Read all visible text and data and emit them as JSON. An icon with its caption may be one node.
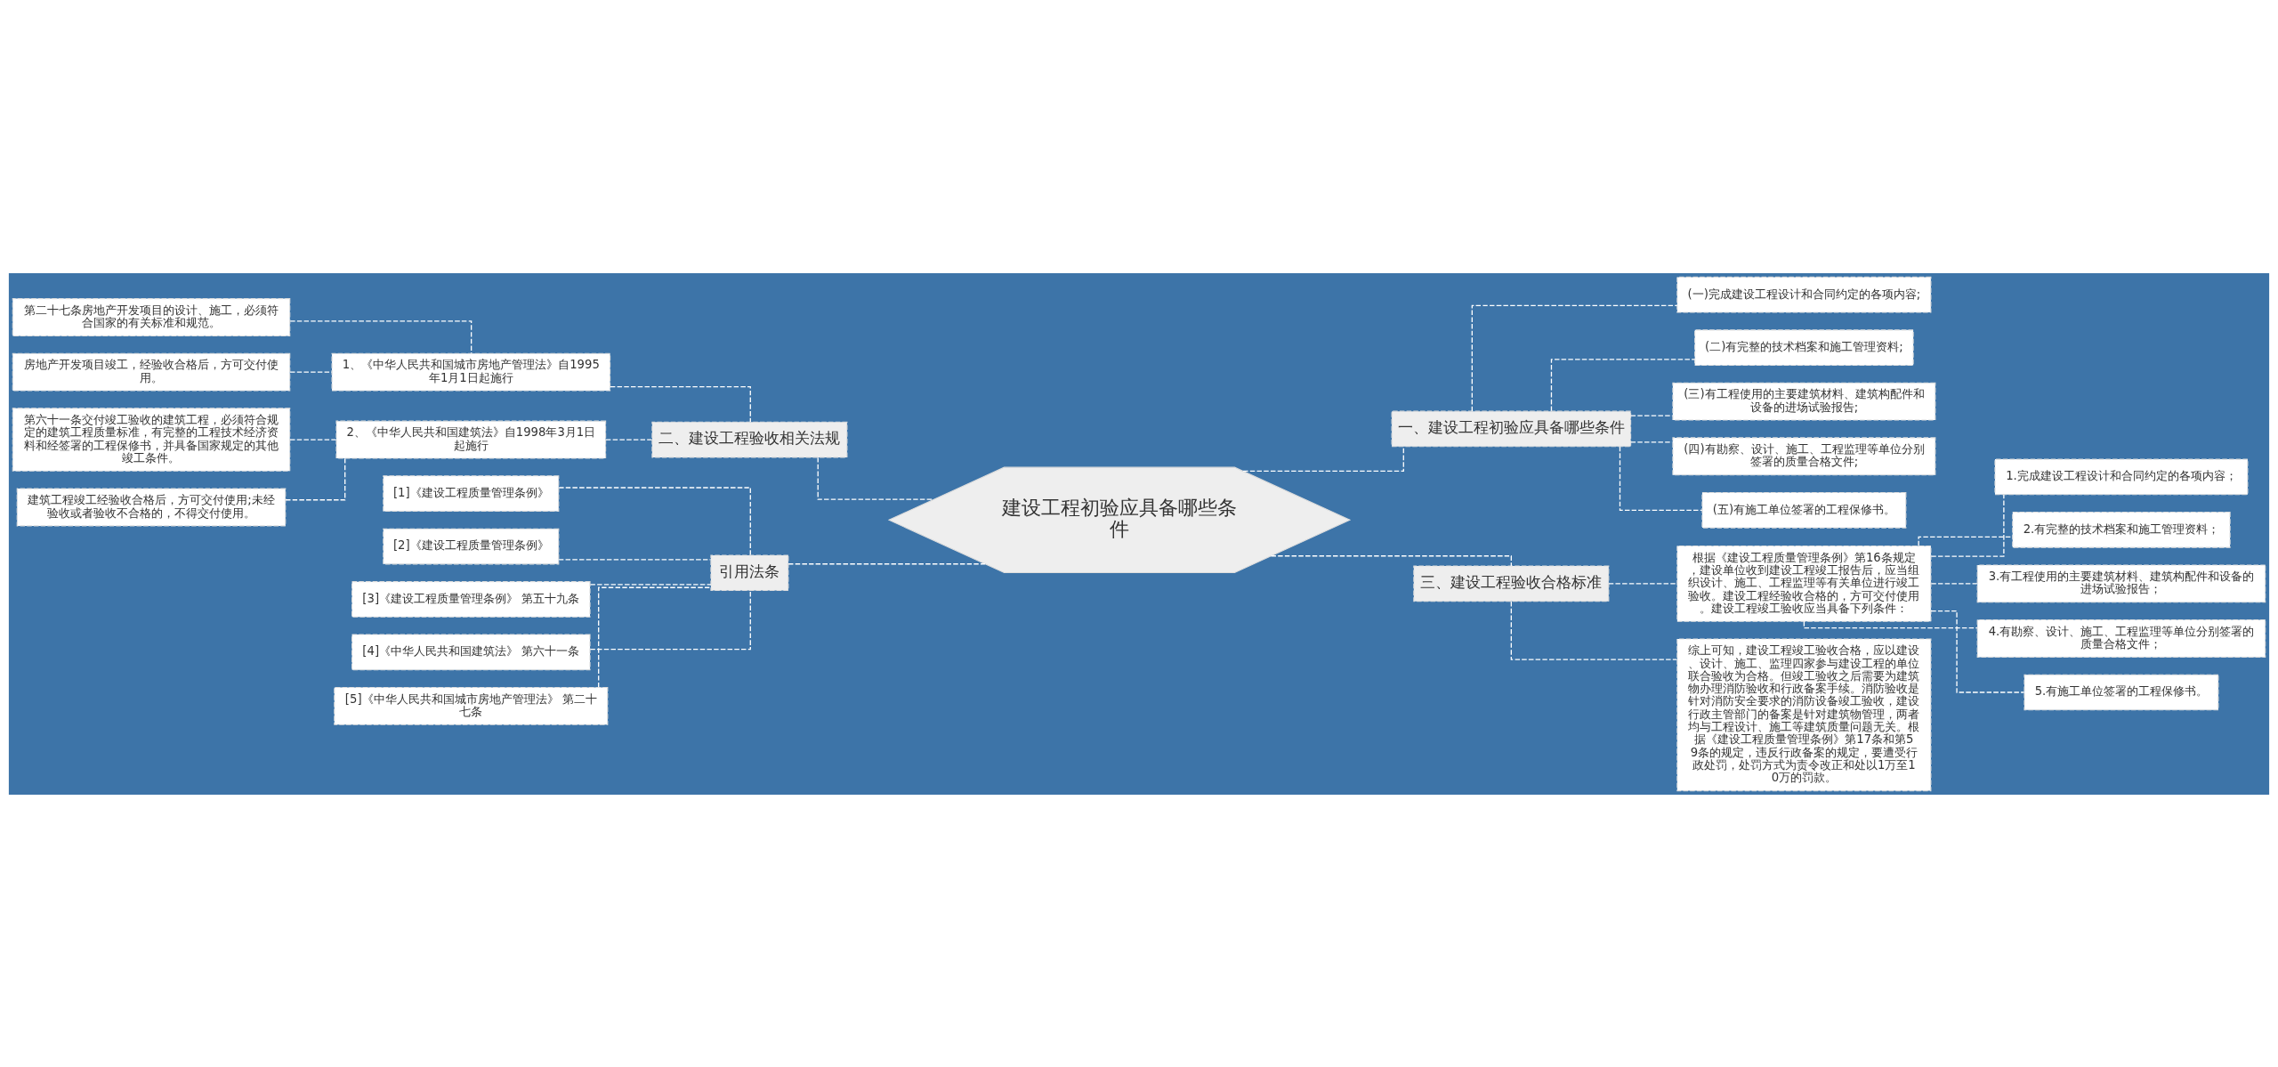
{
  "diagram": {
    "nodes": [
      {
        "text": [
          "建设工程初验应具备哪些条件"
        ]
      },
      {
        "text": [
          "一、建设工程初验应具备哪些条件"
        ]
      },
      {
        "text": [
          "(一)完成建设工程设计和合同约定的各项内容;"
        ]
      },
      {
        "text": [
          "(二)有完整的技术档案和施工管理资料;"
        ]
      },
      {
        "text": [
          "(三)有工程使用的主要建筑材料、建筑构配件和设备的进场试验报告;"
        ]
      },
      {
        "text": [
          "(四)有勘察、设计、施工、工程监理等单位分别签署的质量合格文件;"
        ]
      },
      {
        "text": [
          "(五)有施工单位签署的工程保修书。"
        ]
      },
      {
        "text": [
          "三、建设工程验收合格标准"
        ]
      },
      {
        "text": [
          "根据《建设工程质量管理条例》第16条规定，建设单位收到建设工程竣工报告后，应当组织设计、施工、工程监理等有关单位进行竣工验收。建设工程经验收合格的，方可交付使用。建设工程竣工验收应当具备下列条件："
        ]
      },
      {
        "text": [
          "1.完成建设工程设计和合同约定的各项内容；"
        ]
      },
      {
        "text": [
          "2.有完整的技术档案和施工管理资料；"
        ]
      },
      {
        "text": [
          "3.有工程使用的主要建筑材料、建筑构配件和设备的进场试验报告；"
        ]
      },
      {
        "text": [
          "4.有勘察、设计、施工、工程监理等单位分别签署的质量合格文件；"
        ]
      },
      {
        "text": [
          "5.有施工单位签署的工程保修书。"
        ]
      },
      {
        "text": [
          "综上可知，建设工程竣工验收合格，应以建设、设计、施工、监理四家参与建设工程的单位联合验收为合格。但竣工验收之后需要为建筑物办理消防验收和行政备案手续。消防验收是针对消防安全要求的消防设备竣工验收，建设行政主管部门的备案是针对建筑物管理，两者均与工程设计、施工等建筑质量问题无关。根据《建设工程质量管理条例》第17条和第59条的规定，违反行政备案的规定，要遭受行政处罚，处罚方式为责令改正和处以1万至10万的罚款。"
        ]
      },
      {
        "text": [
          "二、建设工程验收相关法规"
        ]
      },
      {
        "text": [
          "1、《中华人民共和国城市房地产管理法》自1995年1月1日起施行"
        ]
      },
      {
        "text": [
          "第二十七条房地产开发项目的设计、施工，必须符合国家的有关标准和规范。"
        ]
      },
      {
        "text": [
          "房地产开发项目竣工，经验收合格后，方可交付使用。"
        ]
      },
      {
        "text": [
          "2、《中华人民共和国建筑法》自1998年3月1日起施行"
        ]
      },
      {
        "text": [
          "第六十一条交付竣工验收的建筑工程，必须符合规定的建筑工程质量标准，有完整的工程技术经济资料和经签署的工程保修书，并具备国家规定的其他竣工条件。"
        ]
      },
      {
        "text": [
          "建筑工程竣工经验收合格后，方可交付使用;未经验收或者验收不合格的，不得交付使用。"
        ]
      },
      {
        "text": [
          "引用法条"
        ]
      },
      {
        "text": [
          "[1]《建设工程质量管理条例》"
        ]
      },
      {
        "text": [
          "[2]《建设工程质量管理条例》"
        ]
      },
      {
        "text": [
          "[3]《建设工程质量管理条例》 第五十九条"
        ]
      },
      {
        "text": [
          "[4]《中华人民共和国建筑法》 第六十一条"
        ]
      },
      {
        "text": [
          "[5]《中华人民共和国城市房地产管理法》 第二十七条"
        ]
      }
    ],
    "edges": [
      {
        "from": 0,
        "to": 1,
        "arrow": "none",
        "style": "dashed"
      },
      {
        "from": 1,
        "to": 2,
        "arrow": "none",
        "style": "dashed"
      },
      {
        "from": 1,
        "to": 3,
        "arrow": "none",
        "style": "dashed"
      },
      {
        "from": 1,
        "to": 4,
        "arrow": "none",
        "style": "dashed"
      },
      {
        "from": 1,
        "to": 5,
        "arrow": "none",
        "style": "dashed"
      },
      {
        "from": 1,
        "to": 6,
        "arrow": "none",
        "style": "dashed"
      },
      {
        "from": 0,
        "to": 7,
        "arrow": "none",
        "style": "dashed"
      },
      {
        "from": 7,
        "to": 8,
        "arrow": "none",
        "style": "dashed"
      },
      {
        "from": 8,
        "to": 9,
        "arrow": "none",
        "style": "dashed"
      },
      {
        "from": 8,
        "to": 10,
        "arrow": "none",
        "style": "dashed"
      },
      {
        "from": 8,
        "to": 11,
        "arrow": "none",
        "style": "dashed"
      },
      {
        "from": 8,
        "to": 12,
        "arrow": "none",
        "style": "dashed"
      },
      {
        "from": 8,
        "to": 13,
        "arrow": "none",
        "style": "dashed"
      },
      {
        "from": 7,
        "to": 14,
        "arrow": "none",
        "style": "dashed"
      },
      {
        "from": 0,
        "to": 15,
        "arrow": "none",
        "style": "dashed"
      },
      {
        "from": 15,
        "to": 16,
        "arrow": "none",
        "style": "dashed"
      },
      {
        "from": 16,
        "to": 17,
        "arrow": "none",
        "style": "dashed"
      },
      {
        "from": 16,
        "to": 18,
        "arrow": "none",
        "style": "dashed"
      },
      {
        "from": 15,
        "to": 19,
        "arrow": "none",
        "style": "dashed"
      },
      {
        "from": 19,
        "to": 20,
        "arrow": "none",
        "style": "dashed"
      },
      {
        "from": 19,
        "to": 21,
        "arrow": "none",
        "style": "dashed"
      },
      {
        "from": 0,
        "to": 22,
        "arrow": "none",
        "style": "dashed"
      },
      {
        "from": 22,
        "to": 23,
        "arrow": "none",
        "style": "dashed"
      },
      {
        "from": 22,
        "to": 24,
        "arrow": "none",
        "style": "dashed"
      },
      {
        "from": 22,
        "to": 25,
        "arrow": "none",
        "style": "dashed"
      },
      {
        "from": 22,
        "to": 26,
        "arrow": "none",
        "style": "dashed"
      },
      {
        "from": 22,
        "to": 27,
        "arrow": "none",
        "style": "dashed"
      }
    ]
  }
}
